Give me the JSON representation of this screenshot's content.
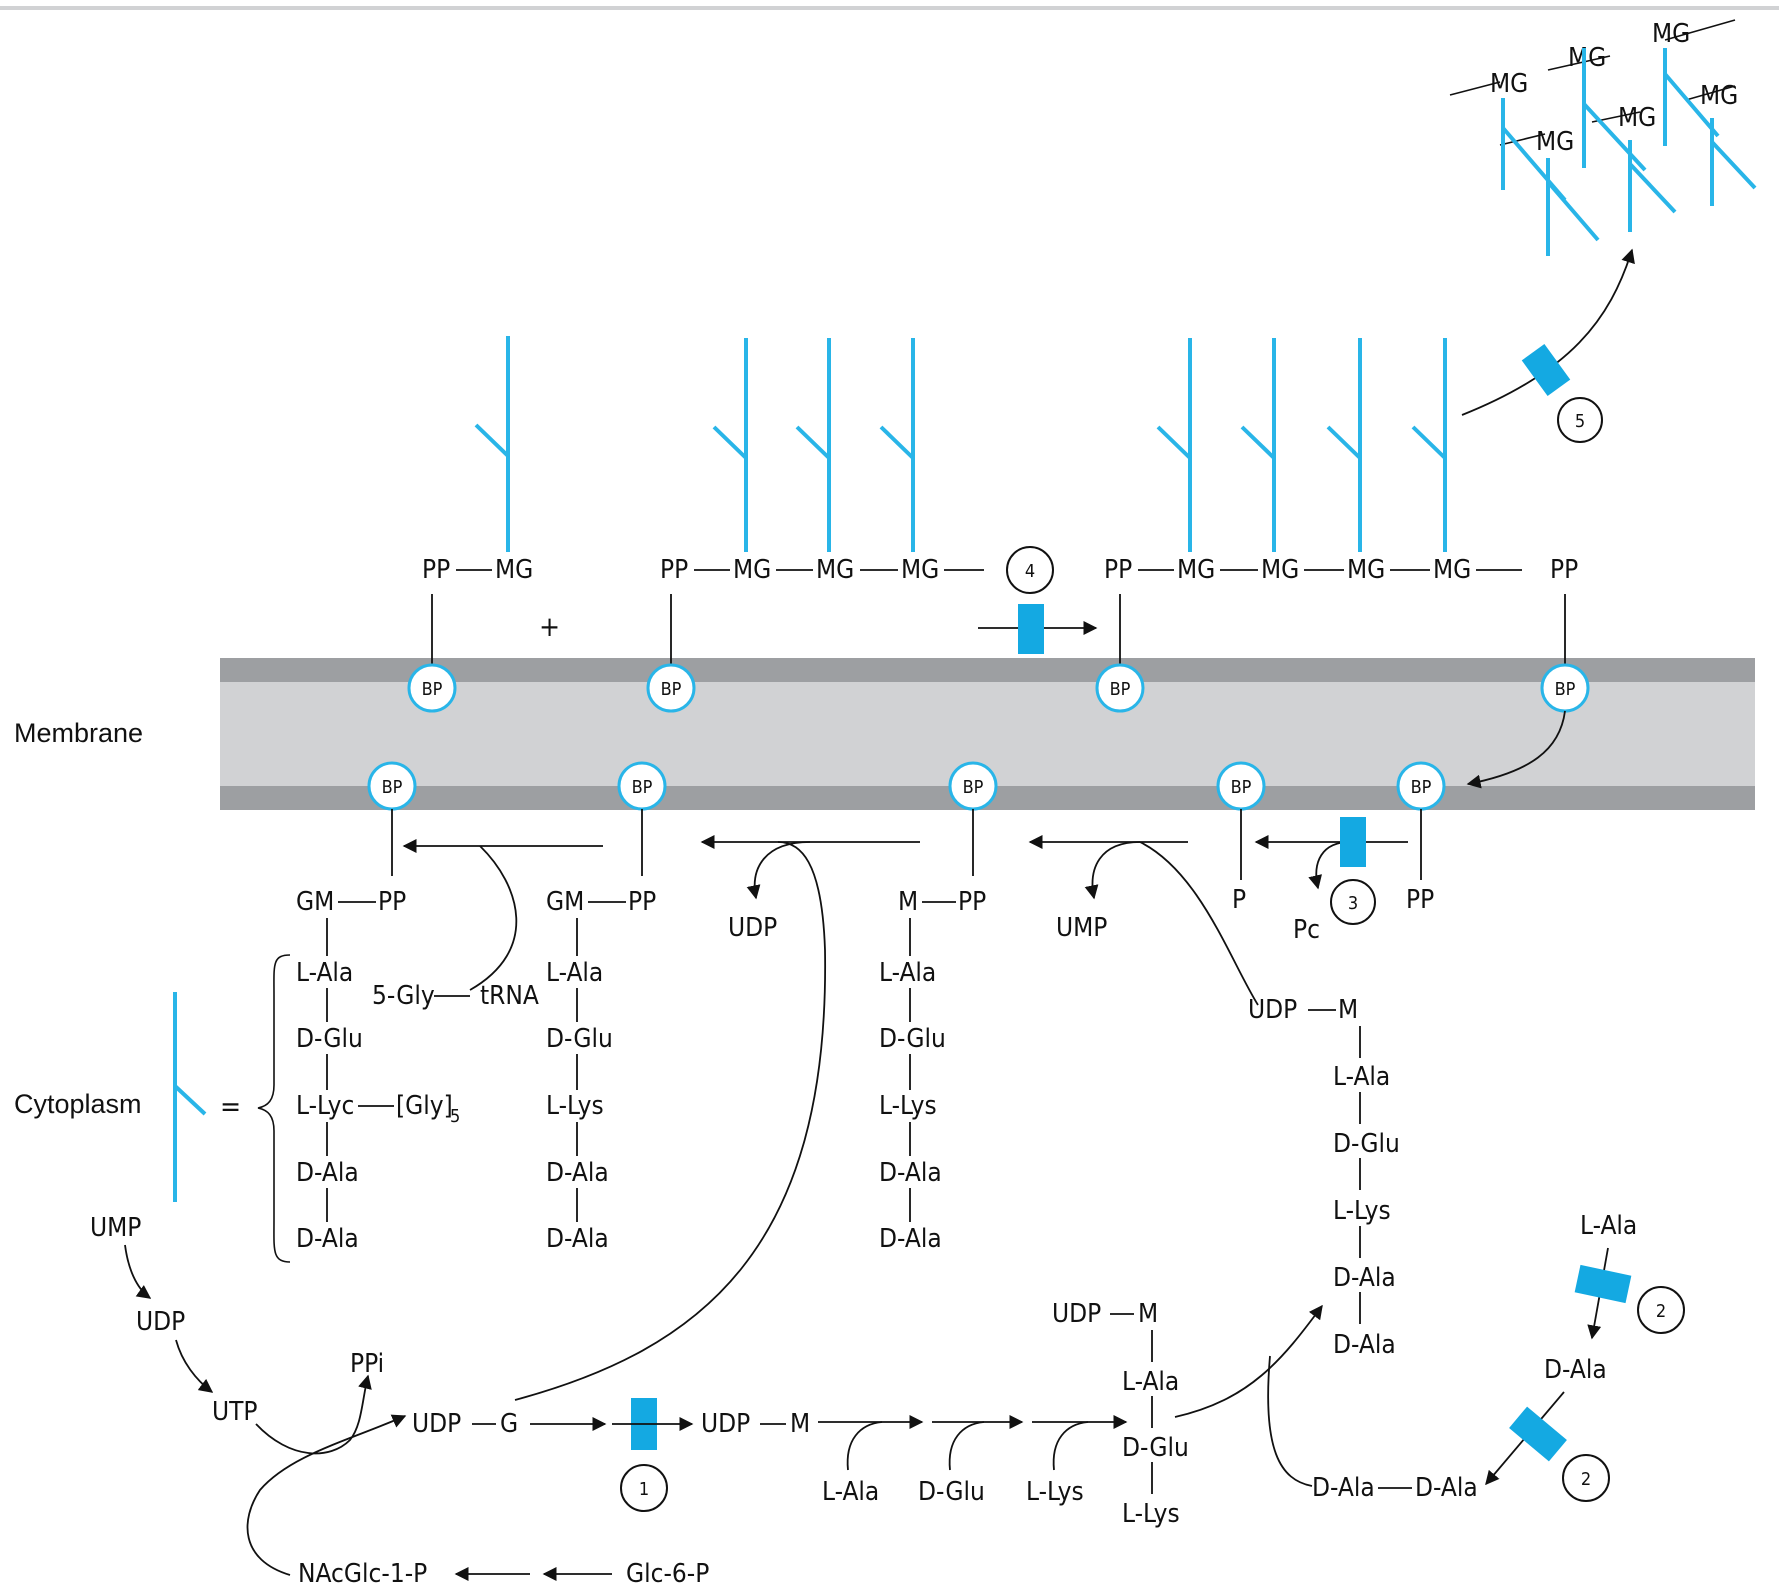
{
  "colors": {
    "enzyme": "#14A9E2",
    "glycan": "#29B5E8",
    "membrane_core": "#D1D2D4",
    "membrane_edge": "#9D9FA2",
    "text": "#111111"
  },
  "regions": {
    "membrane": "Membrane",
    "cytoplasm": "Cytoplasm"
  },
  "common": {
    "bp": "BP",
    "pp": "PP",
    "mg": "MG",
    "gm": "GM",
    "m": "M",
    "g": "G",
    "p": "P",
    "udp": "UDP",
    "ump": "UMP",
    "utp": "UTP",
    "ppi": "PPi",
    "pc": "Pc",
    "plus": "+",
    "equals": "=",
    "l_ala": "L-Ala",
    "d_ala": "D-Ala",
    "d_glu": "D-Glu",
    "l_lys": "L-Lys",
    "l_lyc": "L-Lyc",
    "gly5": "[Gly]",
    "gly5_sub": "5",
    "five_gly": "5-Gly",
    "trna": "tRNA",
    "nacglc1p": "NAcGlc-1-P",
    "glc6p": "Glc-6-P"
  },
  "steps": [
    "1",
    "2",
    "2",
    "3",
    "4",
    "5"
  ],
  "icons": [
    "enzyme-block-icon",
    "bactoprenol-circle-icon",
    "glycan-chain-icon",
    "arrow-icon",
    "brace-icon"
  ]
}
